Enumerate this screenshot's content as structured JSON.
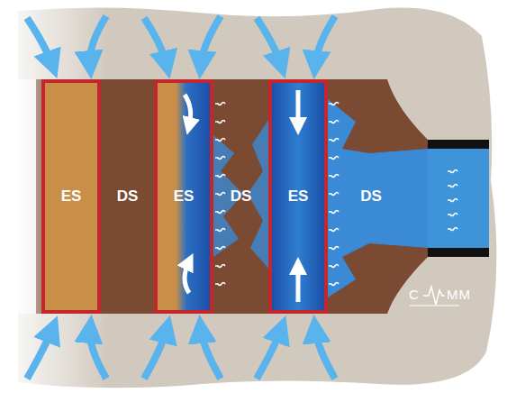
{
  "diagram": {
    "nodes": [
      {
        "text": [
          "ES"
        ]
      },
      {
        "text": [
          "DS"
        ]
      },
      {
        "text": [
          "ES"
        ]
      },
      {
        "text": [
          "DS"
        ]
      },
      {
        "text": [
          "ES"
        ]
      },
      {
        "text": [
          "DS"
        ]
      }
    ],
    "labels": [
      "C",
      "MM"
    ]
  }
}
